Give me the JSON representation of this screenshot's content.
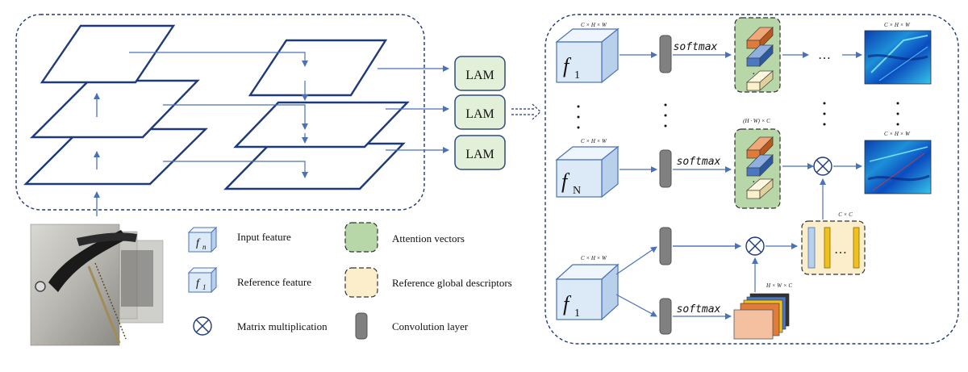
{
  "lam_labels": [
    "LAM",
    "LAM",
    "LAM"
  ],
  "dim_labels": {
    "chw_top": "C × H × W",
    "chw_mid": "C × H × W",
    "chw_bottom": "C × H × W",
    "hwc_attention": "(H · W) × C",
    "out_top": "C × H × W",
    "out_mid": "C × H × W",
    "cc": "C × C",
    "hwc_ref": "H × W × C"
  },
  "softmax_labels": [
    "softmax",
    "softmax",
    "softmax"
  ],
  "feature_labels": {
    "f1_top": {
      "base": "f",
      "sub": "1"
    },
    "fN": {
      "base": "f",
      "sub": "N"
    },
    "f1_bottom": {
      "base": "f",
      "sub": "1"
    }
  },
  "legend": {
    "input_feature": "Input feature",
    "reference_feature": "Reference feature",
    "matrix_multiplication": "Matrix multiplication",
    "attention_vectors": "Attention vectors",
    "reference_global_descriptors": "Reference global descriptors",
    "convolution_layer": "Convolution layer",
    "legend_fn": {
      "base": "f",
      "sub": "n"
    },
    "legend_f1": {
      "base": "f",
      "sub": "1"
    }
  },
  "ellipsis": "…",
  "colors": {
    "line_blue": "#1f3a78",
    "arrow_blue": "#4a72b8",
    "lam_fill": "#e2efd9",
    "lam_stroke": "#2f4a7a",
    "attention_fill": "#b7d7a8",
    "descriptor_fill": "#fdeecb",
    "cube_front": "#dce9f7",
    "cube_top": "#eef5fc",
    "cube_side": "#b9d0ea",
    "conv_fill": "#808080",
    "bar_orange": "#e07b39",
    "bar_blue": "#4a78c2",
    "bar_cream": "#fbf0c9",
    "bar_yellow": "#f0c020"
  }
}
